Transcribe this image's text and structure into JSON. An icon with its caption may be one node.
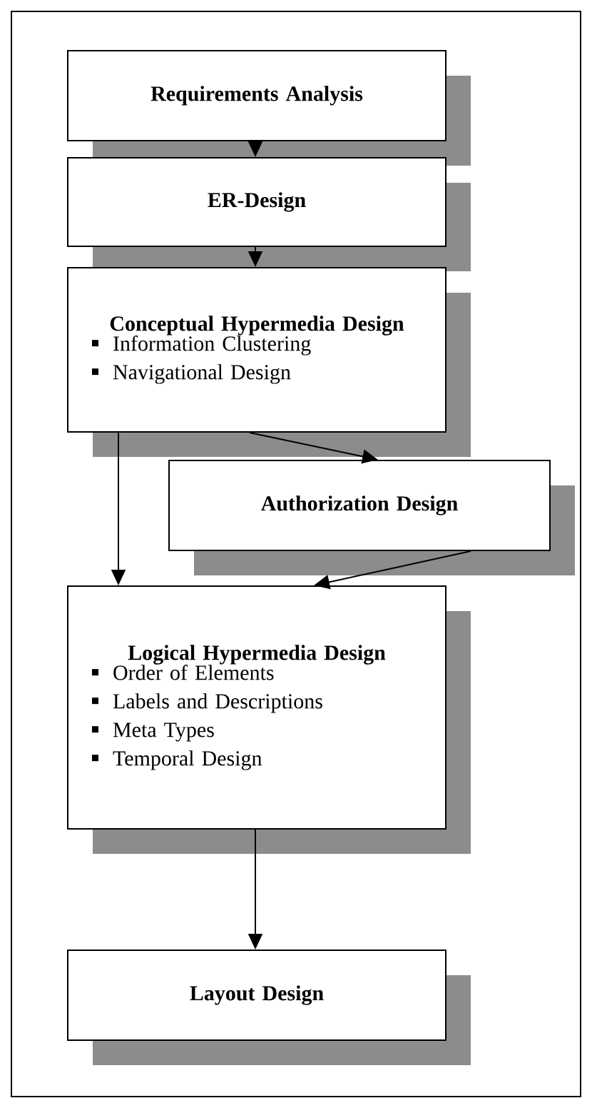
{
  "diagram": {
    "nodes": [
      {
        "text": [
          "Requirements Analysis"
        ]
      },
      {
        "text": [
          "ER-Design"
        ]
      },
      {
        "text": [
          "Conceptual Hypermedia Design",
          "Information Clustering",
          "Navigational Design"
        ]
      },
      {
        "text": [
          "Authorization Design"
        ]
      },
      {
        "text": [
          "Logical Hypermedia Design",
          "Order of Elements",
          "Labels and Descriptions",
          "Meta Types",
          "Temporal Design"
        ]
      },
      {
        "text": [
          "Layout Design"
        ]
      }
    ],
    "edges": [
      {
        "from": 0,
        "to": 1,
        "arrow": "to"
      },
      {
        "from": 1,
        "to": 2,
        "arrow": "to"
      },
      {
        "from": 2,
        "to": 3,
        "arrow": "to"
      },
      {
        "from": 2,
        "to": 4,
        "arrow": "to"
      },
      {
        "from": 3,
        "to": 4,
        "arrow": "to"
      },
      {
        "from": 4,
        "to": 5,
        "arrow": "to"
      }
    ]
  }
}
